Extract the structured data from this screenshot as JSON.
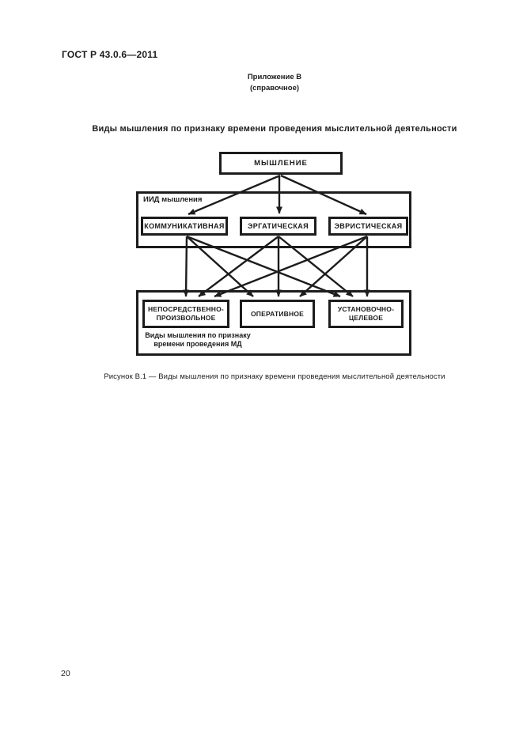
{
  "page": {
    "header": "ГОСТ Р 43.0.6—2011",
    "annex_title": "Приложение В",
    "annex_subtitle": "(справочное)",
    "section_title": "Виды мышления по признаку времени проведения мыслительной деятельности",
    "caption": "Рисунок В.1 — Виды мышления по признаку времени проведения мыслительной деятельности",
    "page_number": "20"
  },
  "diagram": {
    "root_label": "МЫШЛЕНИЕ",
    "iid_group_label": "ИИД мышления",
    "iid_items": [
      "КОММУНИКАТИВНАЯ",
      "ЭРГАТИЧЕСКАЯ",
      "ЭВРИСТИЧЕСКАЯ"
    ],
    "types_group_label": "Виды мышления по признаку времени проведения МД",
    "type_items": [
      "НЕПОСРЕДСТВЕННО-ПРОИЗВОЛЬНОЕ",
      "ОПЕРАТИВНОЕ",
      "УСТАНОВОЧНО-ЦЕЛЕВОЕ"
    ]
  },
  "colors": {
    "ink": "#1c1c1c",
    "paper": "#ffffff"
  }
}
